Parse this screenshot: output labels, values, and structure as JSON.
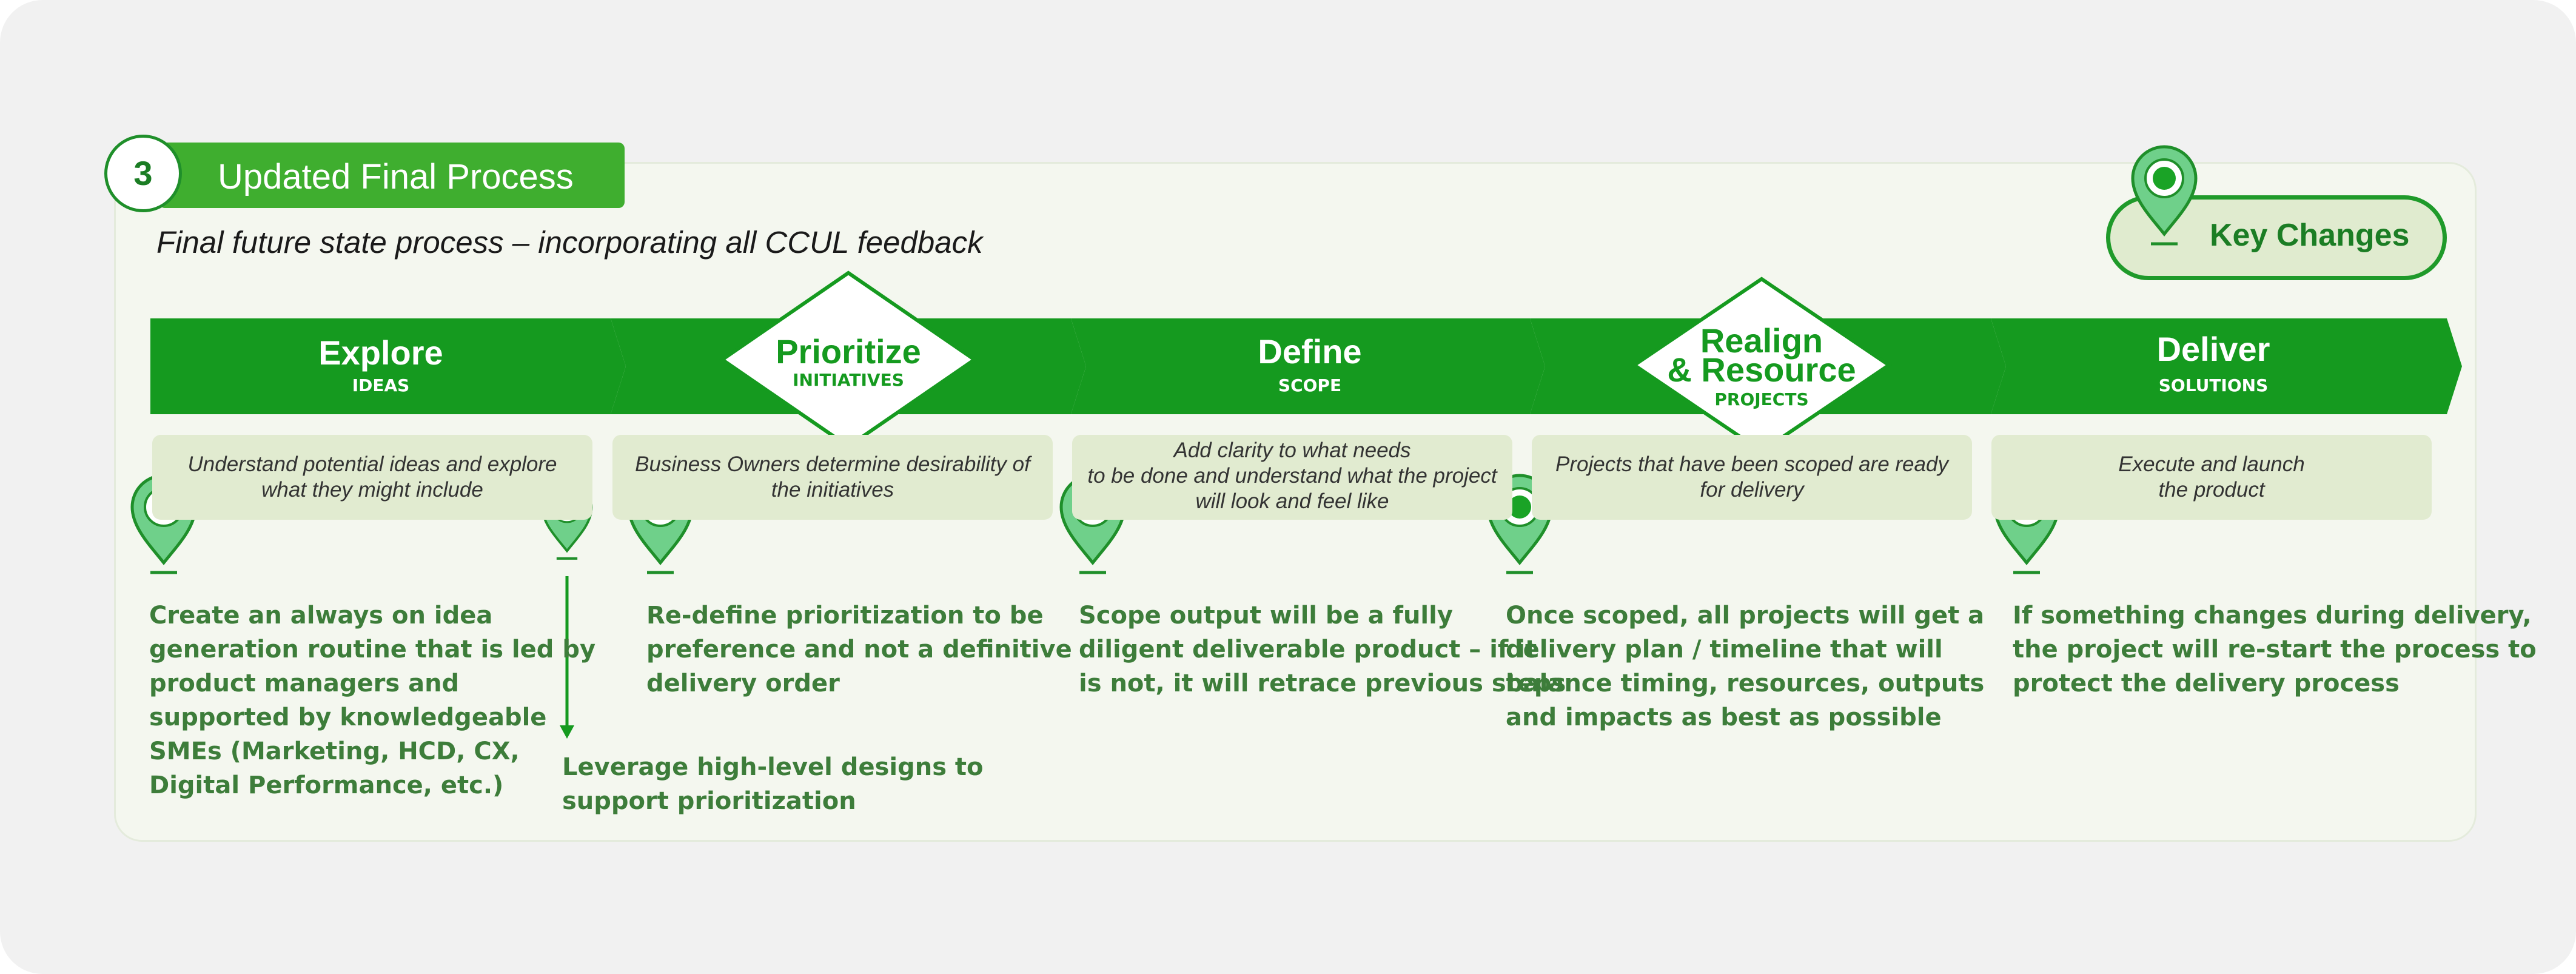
{
  "header": {
    "step_number": "3",
    "title": "Updated Final Process",
    "subtitle": "Final future state process – incorporating all CCUL feedback"
  },
  "key_changes": {
    "label": "Key Changes",
    "icon": "map-pin-icon"
  },
  "stages": [
    {
      "title": "Explore",
      "subtitle": "IDEAS",
      "shape": "chevron",
      "description": "Understand potential ideas and explore\nwhat they might include"
    },
    {
      "title": "Prioritize",
      "subtitle": "INITIATIVES",
      "shape": "decision-diamond",
      "description": "Business Owners determine desirability of\nthe initiatives"
    },
    {
      "title": "Define",
      "subtitle": "SCOPE",
      "shape": "chevron",
      "description": "Add clarity to what needs\nto be done and understand what the project\nwill look and feel like"
    },
    {
      "title_line1": "Realign",
      "title_line2": "& Resource",
      "subtitle": "PROJECTS",
      "shape": "decision-diamond",
      "description": "Projects that have been scoped are ready\nfor delivery"
    },
    {
      "title": "Deliver",
      "subtitle": "SOLUTIONS",
      "shape": "chevron",
      "description": "Execute and launch\nthe product"
    }
  ],
  "changes": [
    "Create an always on idea\ngeneration routine that is led by\nproduct managers and\nsupported by knowledgeable\nSMEs (Marketing, HCD, CX,\nDigital Performance, etc.)",
    "Leverage high-level designs to\nsupport prioritization",
    "Re-define prioritization to be\npreference and not a definitive\ndelivery order",
    "Scope output will be a fully\ndiligent deliverable product – if it\nis not, it will retrace previous steps",
    "Once scoped, all projects will get a\ndelivery plan / timeline that will\nbalance timing, resources, outputs\nand impacts as best as possible",
    "If something changes during delivery,\nthe project will re-start the process to\nprotect the delivery process"
  ],
  "colors": {
    "primary_green": "#159a1f",
    "title_bar_green": "#3fae2f",
    "description_fill": "#e1ebd0",
    "note_text": "#3d7d3a",
    "pin_fill": "#6fd08a"
  }
}
